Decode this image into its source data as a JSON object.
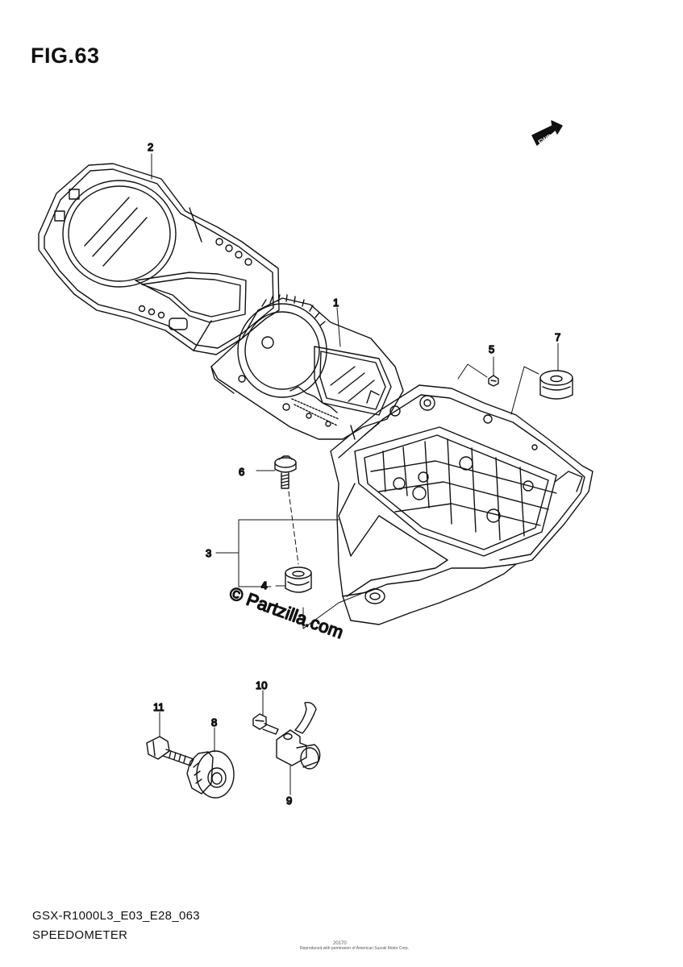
{
  "figure": {
    "title": "FIG.63"
  },
  "callouts": {
    "c1": "1",
    "c2": "2",
    "c3": "3",
    "c4": "4",
    "c5": "5",
    "c6": "6",
    "c7": "7",
    "c8": "8",
    "c9": "9",
    "c10": "10",
    "c11": "11"
  },
  "direction_badge": "FWD",
  "watermark": "© Partzilla.com",
  "footer": {
    "model_code": "GSX-R1000L3_E03_E28_063",
    "part_group": "SPEEDOMETER",
    "fine_print": "Reproduced with permission of American Suzuki Motor Corp.",
    "page_mark": "20170"
  }
}
